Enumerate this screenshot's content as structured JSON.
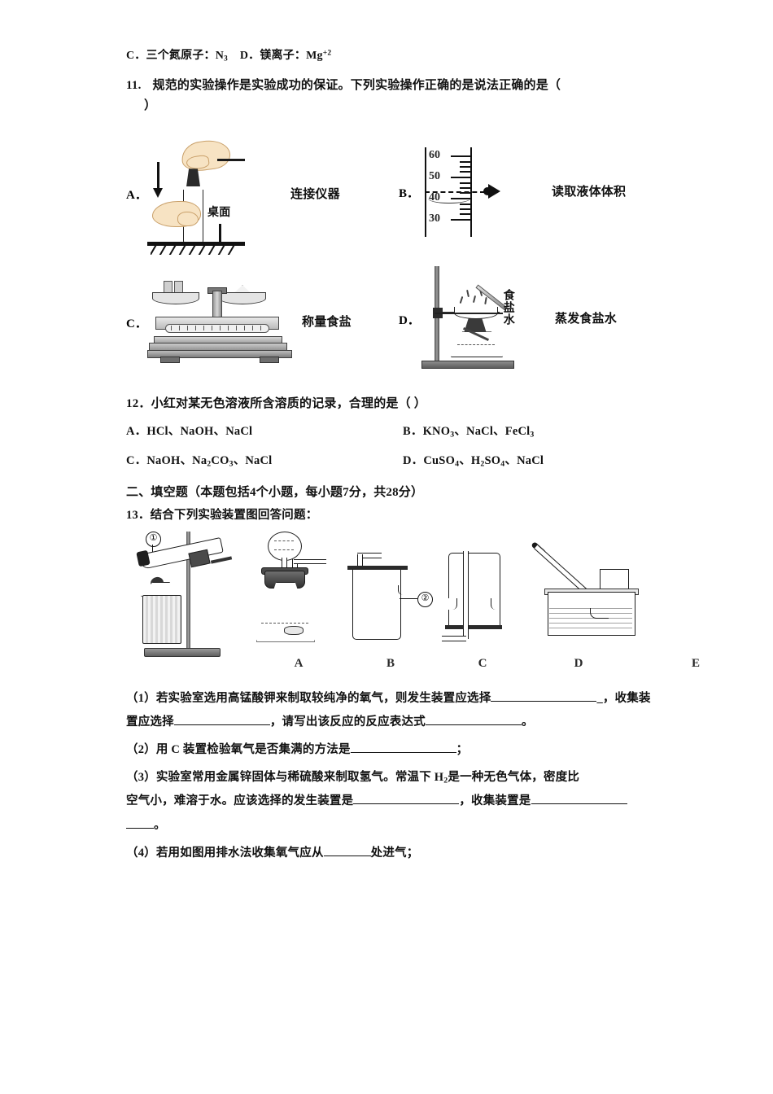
{
  "document": {
    "type": "chemistry-exam-paper",
    "lines": {
      "q10_options_tail": {
        "c_label": "C．",
        "c_text": "三个氮原子：",
        "c_formula_base": "N",
        "c_formula_sub": "3",
        "d_label": "D．",
        "d_text": "镁离子：",
        "d_formula_base": "Mg",
        "d_formula_sup": "+2"
      }
    }
  },
  "q11": {
    "number": "11.",
    "stem": "规范的实验操作是实验成功的保证。下列实验操作正确的是说法正确的是（",
    "stem_close": "）",
    "options": [
      {
        "letter": "A．",
        "caption": "连接仪器",
        "inner_label": "桌面",
        "figure": "connect-apparatus-hand-test-tube"
      },
      {
        "letter": "B．",
        "caption": "读取液体体积",
        "figure": "graduated-cylinder-eye-level",
        "scale_labels": [
          "60",
          "50",
          "40",
          "30"
        ]
      },
      {
        "letter": "C．",
        "caption": "称量食盐",
        "figure": "beam-balance-weighing-salt"
      },
      {
        "letter": "D．",
        "caption": "蒸发食盐水",
        "inner_label": "食盐水",
        "figure": "evaporation-dish-alcohol-lamp"
      }
    ]
  },
  "q12": {
    "stem": "12．小红对某无色溶液所含溶质的记录，合理的是（      ）",
    "options": [
      {
        "letter": "A．",
        "parts": [
          {
            "base": "HCl"
          },
          {
            "sep": "、"
          },
          {
            "base": "NaOH"
          },
          {
            "sep": "、"
          },
          {
            "base": "NaCl"
          }
        ]
      },
      {
        "letter": "B．",
        "parts": [
          {
            "base": "KNO",
            "sub": "3"
          },
          {
            "sep": "、"
          },
          {
            "base": "NaCl"
          },
          {
            "sep": "、"
          },
          {
            "base": "FeCl",
            "sub": "3"
          }
        ]
      },
      {
        "letter": "C．",
        "parts": [
          {
            "base": "NaOH"
          },
          {
            "sep": "、"
          },
          {
            "base": "Na",
            "sub": "2",
            "base2": "CO",
            "sub2": "3"
          },
          {
            "sep": "、"
          },
          {
            "base": "NaCl"
          }
        ]
      },
      {
        "letter": "D．",
        "parts": [
          {
            "base": "CuSO",
            "sub": "4"
          },
          {
            "sep": "、"
          },
          {
            "base": "H",
            "sub": "2",
            "base2": "SO",
            "sub2": "4"
          },
          {
            "sep": "、"
          },
          {
            "base": "NaCl"
          }
        ]
      }
    ],
    "option_a_text": "A．HCl、NaOH、NaCl",
    "option_b_text": "B．KNO3、NaCl、FeCl3",
    "option_c_text": "C．NaOH、Na2CO3、NaCl",
    "option_d_text": "D．CuSO4、H2SO4、NaCl"
  },
  "section2": {
    "heading": "二、填空题（本题包括4个小题，每小题7分，共28分）",
    "q13_stem": "13．结合下列实验装置图回答问题："
  },
  "apparatus": {
    "labels": [
      "A",
      "B",
      "C",
      "D",
      "E"
    ],
    "callouts": [
      "①",
      "②"
    ]
  },
  "q13_parts": {
    "p1_a": "（1）若实验室选用高锰酸钾来制取较纯净的氧气，则发生装置应选择",
    "p1_b": "_，收集装置应选择",
    "p1_c": "，请写出该反应的反应表达式",
    "p1_d": "。",
    "p2_a": "（2）用 C 装置检验氧气是否集满的方法是",
    "p2_b": "；",
    "p3_a": "（3）实验室常用金属锌固体与稀硫酸来制取氢气。常温下 H",
    "p3_sub": "2",
    "p3_b": "是一种无色气体，密度比",
    "p3_c": "空气小，难溶于水。应该选择的发生装置是",
    "p3_d": "，收集装置是",
    "p3_e": "。",
    "p4_a": "（4）若用如图用排水法收集氧气应从",
    "p4_b": "处进气；"
  }
}
